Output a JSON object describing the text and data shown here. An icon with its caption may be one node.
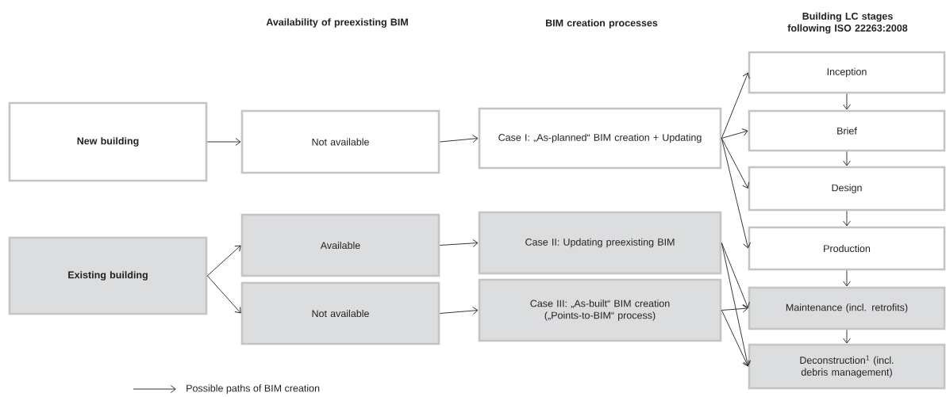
{
  "diagram": {
    "nodes": [
      {
        "text": [
          "New building"
        ]
      },
      {
        "text": [
          "Existing building"
        ]
      },
      {
        "text": [
          "Not available"
        ]
      },
      {
        "text": [
          "Available"
        ]
      },
      {
        "text": [
          "Not available"
        ]
      },
      {
        "text": [
          "Case I: „As-planned“ BIM creation + Updating"
        ]
      },
      {
        "text": [
          "Case II: Updating preexisting BIM"
        ]
      },
      {
        "text": [
          "Case III: „As-built“ BIM creation („Points-to-BIM“ process)"
        ]
      },
      {
        "text": [
          "Inception"
        ]
      },
      {
        "text": [
          "Brief"
        ]
      },
      {
        "text": [
          "Design"
        ]
      },
      {
        "text": [
          "Production"
        ]
      },
      {
        "text": [
          "Maintenance (incl. retrofits)"
        ]
      },
      {
        "text": [
          "Deconstruction$^{1}$ (incl. debris management)"
        ]
      }
    ],
    "edges": [
      {
        "from": 0,
        "to": 2,
        "arrow": "to"
      },
      {
        "from": 1,
        "to": 3,
        "arrow": "to"
      },
      {
        "from": 1,
        "to": 4,
        "arrow": "to"
      },
      {
        "from": 2,
        "to": 5,
        "arrow": "to"
      },
      {
        "from": 3,
        "to": 6,
        "arrow": "to"
      },
      {
        "from": 4,
        "to": 7,
        "arrow": "to"
      },
      {
        "from": 5,
        "to": 8,
        "arrow": "to"
      },
      {
        "from": 5,
        "to": 9,
        "arrow": "to"
      },
      {
        "from": 5,
        "to": 10,
        "arrow": "to"
      },
      {
        "from": 5,
        "to": 11,
        "arrow": "to"
      },
      {
        "from": 6,
        "to": 12,
        "arrow": "to"
      },
      {
        "from": 6,
        "to": 13,
        "arrow": "to"
      },
      {
        "from": 7,
        "to": 12,
        "arrow": "to"
      },
      {
        "from": 7,
        "to": 13,
        "arrow": "to"
      },
      {
        "from": 8,
        "to": 9,
        "arrow": "to"
      },
      {
        "from": 9,
        "to": 10,
        "arrow": "to"
      },
      {
        "from": 10,
        "to": 11,
        "arrow": "to"
      },
      {
        "from": 11,
        "to": 12,
        "arrow": "to"
      },
      {
        "from": 12,
        "to": 13,
        "arrow": "to"
      }
    ],
    "labels": [
      "Availability of preexisting BIM",
      "BIM creation processes",
      "Building LC stages following ISO 22263:2008"
    ],
    "legend": [
      {
        "text": "Possible paths of BIM creation"
      }
    ]
  }
}
